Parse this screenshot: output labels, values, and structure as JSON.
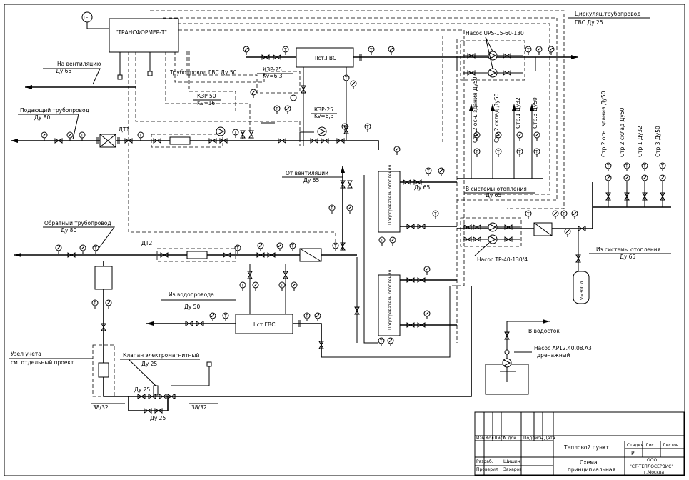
{
  "labels": {
    "controller": "\"ТРАНСФОРМЕР-Т\"",
    "te": "ТЕ",
    "vent_out": "На вентиляцию",
    "vent_out_du": "Ду 65",
    "supply": "Подающий трубопровод",
    "supply_du": "Ду 80",
    "dhw_pipe": "Трубопровод ГВС Ду 50",
    "kzr25": "КЗР-25",
    "kv63": "Kv=6,3",
    "kzr50": "КЗР 50",
    "kv16": "Kv=16",
    "kzr25b": "КЗР-25",
    "kv63b": "Kv=6,3",
    "dt1": "ДТ1",
    "dt2": "ДТ2",
    "hx_dhw2": "IIст.ГВС",
    "hx_dhw1": "I ст ГВС",
    "circ": "Циркуляц.трубопровод",
    "circ_du": "ГВС Ду 25",
    "pump_ups": "Насос UPS-15-60-130",
    "vent_in": "От вентиляции",
    "vent_in_du": "Ду 65",
    "heater": "Подогреватель отопления",
    "du65a": "Ду 65",
    "to_heat": "В системы отопления",
    "to_heat_du": "Ду 65",
    "return": "Обратный трубопровод",
    "return_du": "Ду 80",
    "pump_tp": "Насос TP-40-130/4",
    "from_heat": "Из системы отопления",
    "from_heat_du": "Ду 65",
    "tank": "V=300 л",
    "water_in": "Из водопровода",
    "water_in_du": "Ду 50",
    "meter1": "Узел учета",
    "meter2": "см. отдельный проект",
    "valve_em": "Клапан электромагнитный",
    "valve_em_du": "Ду 25",
    "du25a": "Ду 25",
    "du25b": "Ду 25",
    "d3832a": "38/32",
    "d3832b": "38/32",
    "drain_to": "В водосток",
    "pump_drain": "Насос АР12.40.08.А3",
    "pump_drain2": "дренажный",
    "risers_left": [
      "Стр.2 осн. здания Ду50",
      "Стр.2 склад Ду50",
      "Стр.1 Ду32",
      "Стр.3 Ду50"
    ],
    "risers_right": [
      "Стр.2 осн. здания Ду50",
      "Стр.2 склад Ду50",
      "Стр.1 Ду32",
      "Стр.3 Ду50"
    ]
  },
  "stamp": {
    "cols": [
      "Изм",
      "Кол",
      "Лист",
      "N док",
      "Подпись",
      "Дата"
    ],
    "r1a": "Разраб.",
    "r1b": "Шишин",
    "r2a": "Проверил",
    "r2b": "Захаров",
    "title": "Тепловой пункт",
    "stage_h": "Стадия",
    "sheet_h": "Лист",
    "sheets_h": "Листов",
    "stage": "Р",
    "desc1": "Схема",
    "desc2": "принципиальная",
    "org1": "ООО",
    "org2": "\"СТ-ТЕПЛОСЕРВИС\"",
    "org3": "г.Москва"
  }
}
